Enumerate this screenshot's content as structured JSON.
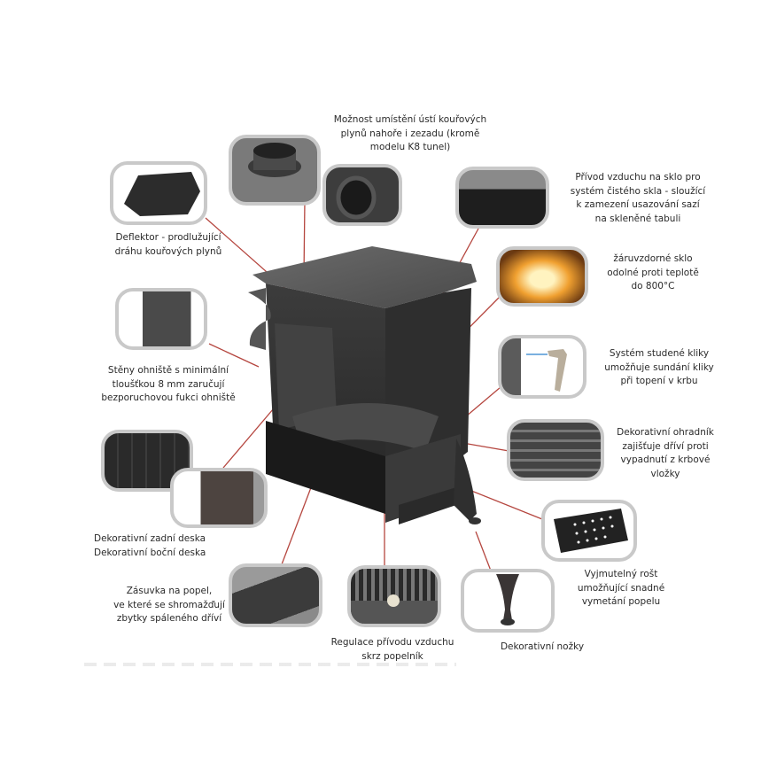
{
  "diagram": {
    "subject": "Cast-iron stove cutaway with feature callouts",
    "line_color": "#b5463f",
    "thumb_border_color": "#c9c9c9",
    "callouts": [
      {
        "id": "flue",
        "lines": [
          "Možnost umístění ústí kouřových",
          "plynů nahoře i zezadu (kromě",
          "modelu K8 tunel)"
        ]
      },
      {
        "id": "deflector",
        "lines": [
          "Deflektor - prodlužující",
          "dráhu kouřových plynů"
        ]
      },
      {
        "id": "glass-air",
        "lines": [
          "Přívod vzduchu na sklo pro",
          "systém čistého skla - sloužící",
          "k zamezení usazování sazí",
          "na skleněné tabuli"
        ]
      },
      {
        "id": "glass",
        "lines": [
          "žáruvzdorné sklo",
          "odolné proti teplotě",
          "do 800°C"
        ]
      },
      {
        "id": "walls",
        "lines": [
          "Stěny ohniště s minimální",
          "tloušťkou 8 mm zaručují",
          "bezporuchovou fukci ohniště"
        ]
      },
      {
        "id": "handle",
        "lines": [
          "Systém studené kliky",
          "umožňuje sundání kliky",
          "při topení v krbu"
        ]
      },
      {
        "id": "guard",
        "lines": [
          "Dekorativní ohradník",
          "zajišťuje dříví proti",
          "vypadnutí z krbové",
          "vložky"
        ]
      },
      {
        "id": "panels",
        "lines": [
          "Dekorativní zadní deska",
          "Dekorativní boční deska"
        ]
      },
      {
        "id": "grate",
        "lines": [
          "Vyjmutelný rošt",
          "umožňující snadné",
          "vymetání popelu"
        ]
      },
      {
        "id": "ash-drawer",
        "lines": [
          "Zásuvka na popel,",
          "ve které se shromažďují",
          "zbytky spáleného dříví"
        ]
      },
      {
        "id": "air-reg",
        "lines": [
          "Regulace přívodu vzduchu",
          "skrz popelník"
        ]
      },
      {
        "id": "feet",
        "lines": [
          "Dekorativní nožky"
        ]
      }
    ]
  }
}
